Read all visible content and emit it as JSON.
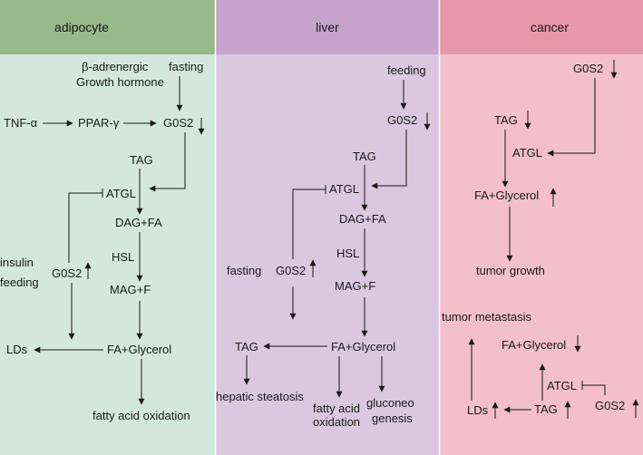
{
  "panels": {
    "adipocyte": {
      "header": "adipocyte",
      "header_color": "#98b98a",
      "body_color": "#d4e7df",
      "labels": {
        "b_adrenergic": "β-adrenergic",
        "fasting": "fasting",
        "growth_hormone": "Growth hormone",
        "tnf": "TNF-α",
        "ppar": "PPAR-γ",
        "g0s2_top": "G0S2",
        "tag": "TAG",
        "atgl": "ATGL",
        "dag_fa": "DAG+FA",
        "hsl": "HSL",
        "mag_f": "MAG+F",
        "insulin": "insulin",
        "feeding": "feeding",
        "g0s2_side": "G0S2",
        "lds": "LDs",
        "fa_glycerol": "FA+Glycerol",
        "fatty_acid_oxidation": "fatty acid oxidation"
      }
    },
    "liver": {
      "header": "liver",
      "header_color": "#c6a2cd",
      "body_color": "#dac7e0",
      "labels": {
        "feeding": "feeding",
        "g0s2_top": "G0S2",
        "tag": "TAG",
        "atgl": "ATGL",
        "dag_fa": "DAG+FA",
        "hsl": "HSL",
        "mag_f": "MAG+F",
        "fasting": "fasting",
        "g0s2_side": "G0S2",
        "tag_low": "TAG",
        "fa_glycerol": "FA+Glycerol",
        "hepatic_steatosis": "hepatic steatosis",
        "fatty_acid": "fatty acid",
        "oxidation": "oxidation",
        "gluconeo": "gluconeo",
        "genesis": "genesis"
      }
    },
    "cancer": {
      "header": "cancer",
      "header_color": "#e797a7",
      "body_color": "#f3bfc8",
      "labels": {
        "g0s2_top": "G0S2",
        "tag": "TAG",
        "atgl": "ATGL",
        "fa_glycerol": "FA+Glycerol",
        "tumor_growth": "tumor growth",
        "tumor_metastasis": "tumor metastasis",
        "fa_glycerol_2": "FA+Glycerol",
        "atgl_2": "ATGL",
        "lds": "LDs",
        "tag_2": "TAG",
        "g0s2_bottom": "G0S2"
      }
    }
  }
}
